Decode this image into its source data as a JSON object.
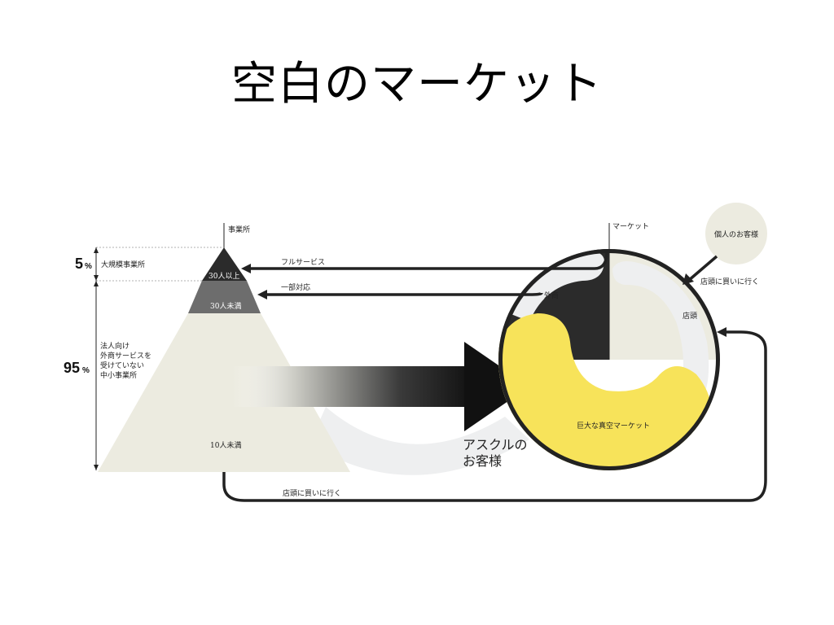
{
  "slide": {
    "title": "空白のマーケット"
  },
  "pyramid": {
    "axis_label": "事業所",
    "pct_large": "5",
    "pct_small": "95",
    "pct_unit": "%",
    "large_label": "大規模事業所",
    "small_label_lines": [
      "法人向け",
      "外商サービスを",
      "受けていない",
      "中小事業所"
    ],
    "tier_top": "30人以上",
    "tier_mid": "30人未満",
    "tier_bottom": "10人未満"
  },
  "arrows": {
    "full_service": "フルサービス",
    "partial": "一部対応",
    "go_to_store_bottom": "店頭に買いに行く",
    "go_to_store_right": "店頭に買いに行く"
  },
  "market": {
    "axis_label": "マーケット",
    "individual": "個人のお客様",
    "gaisho": "外商",
    "tento": "店頭",
    "vacuum": "巨大な真空マーケット",
    "askul_lines": [
      "アスクルの",
      "お客様"
    ]
  },
  "colors": {
    "yellow": "#f7e35a",
    "dark": "#2b2b2b",
    "cream": "#ecebe0",
    "light_gray": "#eeeff0",
    "mid_gray": "#6d6d6d"
  }
}
